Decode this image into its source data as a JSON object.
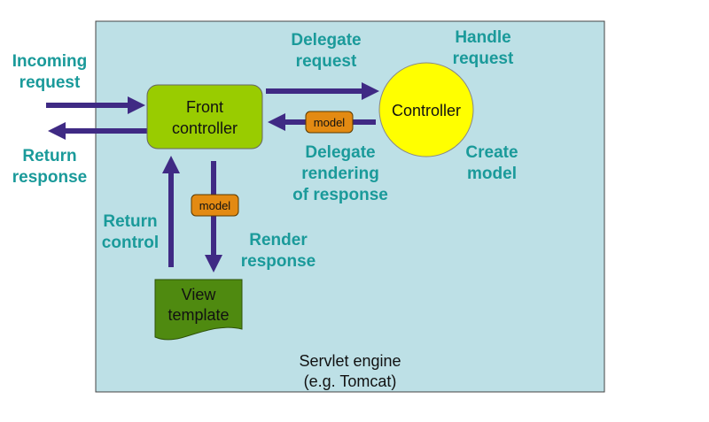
{
  "colors": {
    "canvas_fill": "#bde0e6",
    "canvas_stroke": "#444444",
    "label": "#1a9a9a",
    "arrow": "#3f2a84",
    "front_controller": "#99cc00",
    "controller": "#ffff00",
    "model_badge": "#e38a12",
    "view_template": "#4f8a10"
  },
  "nodes": {
    "front_controller": {
      "line1": "Front",
      "line2": "controller"
    },
    "controller": {
      "label": "Controller"
    },
    "view_template": {
      "line1": "View",
      "line2": "template"
    },
    "model_top": {
      "label": "model"
    },
    "model_left": {
      "label": "model"
    },
    "servlet_engine": {
      "line1": "Servlet engine",
      "line2": "(e.g. Tomcat)"
    }
  },
  "labels": {
    "incoming_request": {
      "line1": "Incoming",
      "line2": "request"
    },
    "return_response": {
      "line1": "Return",
      "line2": "response"
    },
    "delegate_request": {
      "line1": "Delegate",
      "line2": "request"
    },
    "handle_request": {
      "line1": "Handle",
      "line2": "request"
    },
    "delegate_rendering": {
      "line1": "Delegate",
      "line2": "rendering",
      "line3": "of response"
    },
    "create_model": {
      "line1": "Create",
      "line2": "model"
    },
    "return_control": {
      "line1": "Return",
      "line2": "control"
    },
    "render_response": {
      "line1": "Render",
      "line2": "response"
    }
  }
}
